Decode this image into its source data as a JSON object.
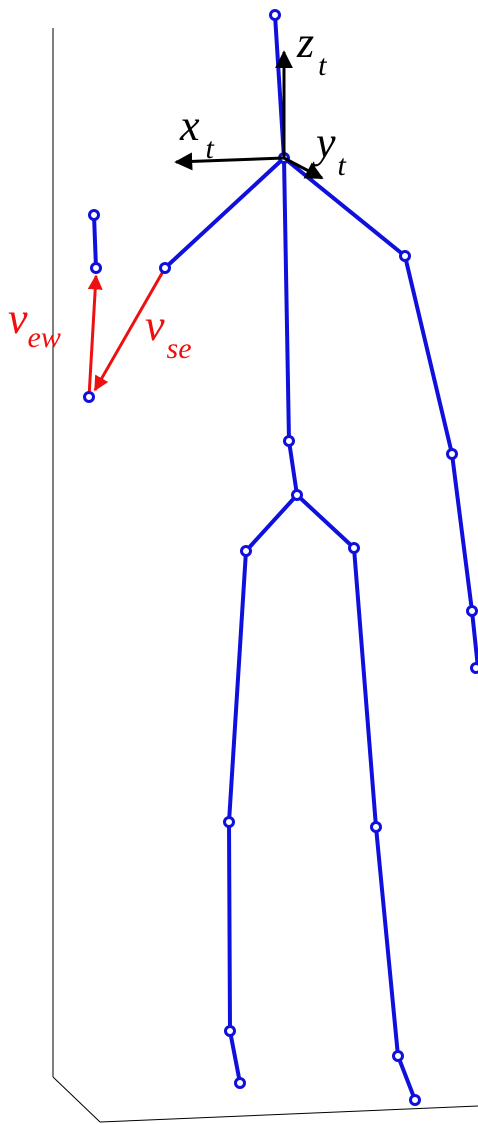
{
  "labels": {
    "z_axis": {
      "base": "z",
      "sub": "t"
    },
    "x_axis": {
      "base": "x",
      "sub": "t"
    },
    "y_axis": {
      "base": "y",
      "sub": "t"
    },
    "v_ew": {
      "base": "v",
      "sub": "ew"
    },
    "v_se": {
      "base": "v",
      "sub": "se"
    }
  },
  "colors": {
    "skeleton": "#1010dd",
    "vectors": "#ee1010",
    "axes": "#000000",
    "frame": "#000000"
  }
}
